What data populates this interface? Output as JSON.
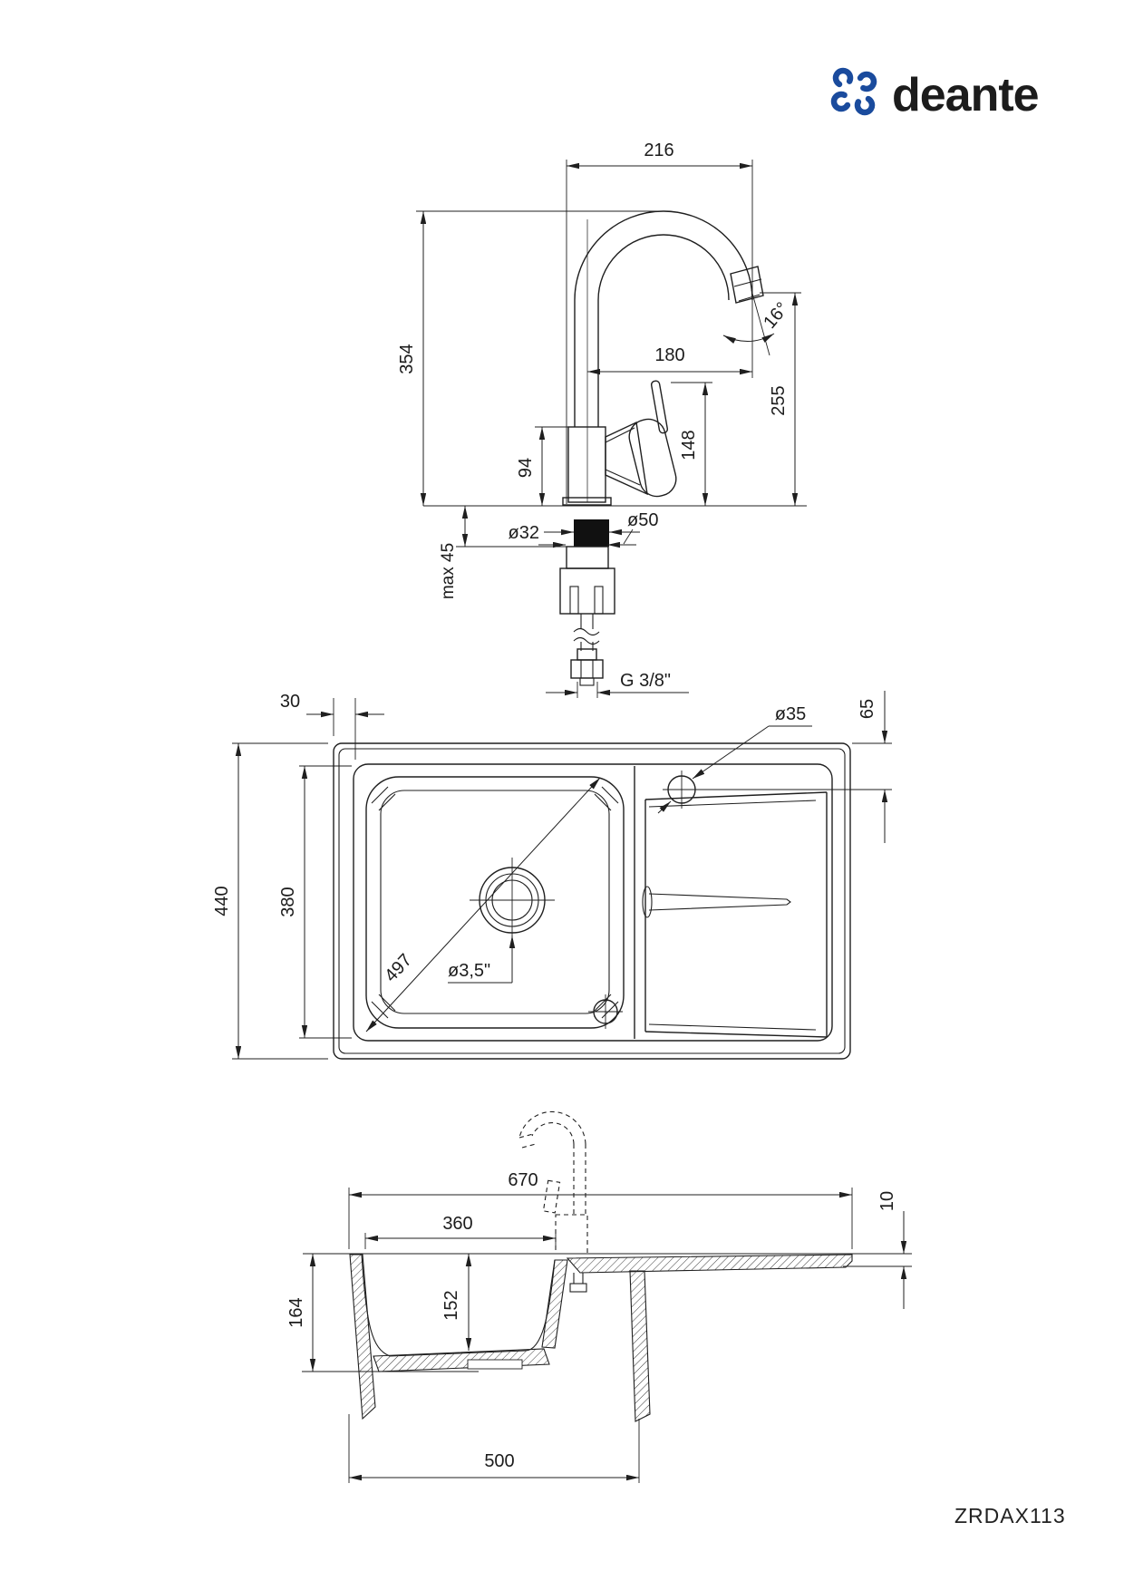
{
  "brand": {
    "name": "deante",
    "color": "#1a4b9d"
  },
  "drawing": {
    "product_code": "ZRDAX113"
  },
  "faucet_view": {
    "spout_width": "216",
    "total_height": "354",
    "spout_reach": "180",
    "outlet_angle": "16°",
    "outlet_height": "255",
    "handle_height": "148",
    "body_height": "94",
    "hole_diameter": "ø32",
    "base_diameter": "ø50",
    "max_counter_thickness": "max 45",
    "connection_thread": "G 3/8\""
  },
  "plan_view": {
    "rim_offset": "30",
    "overall_depth": "440",
    "bowl_inner_depth": "380",
    "bowl_diagonal": "497",
    "drain_diameter": "ø3,5\"",
    "tap_hole_diameter": "ø35",
    "tap_hole_offset": "65"
  },
  "section_view": {
    "overall_length": "670",
    "bowl_length": "360",
    "rim_thickness": "10",
    "overall_height": "164",
    "bowl_depth": "152",
    "base_cabinet_width": "500"
  }
}
